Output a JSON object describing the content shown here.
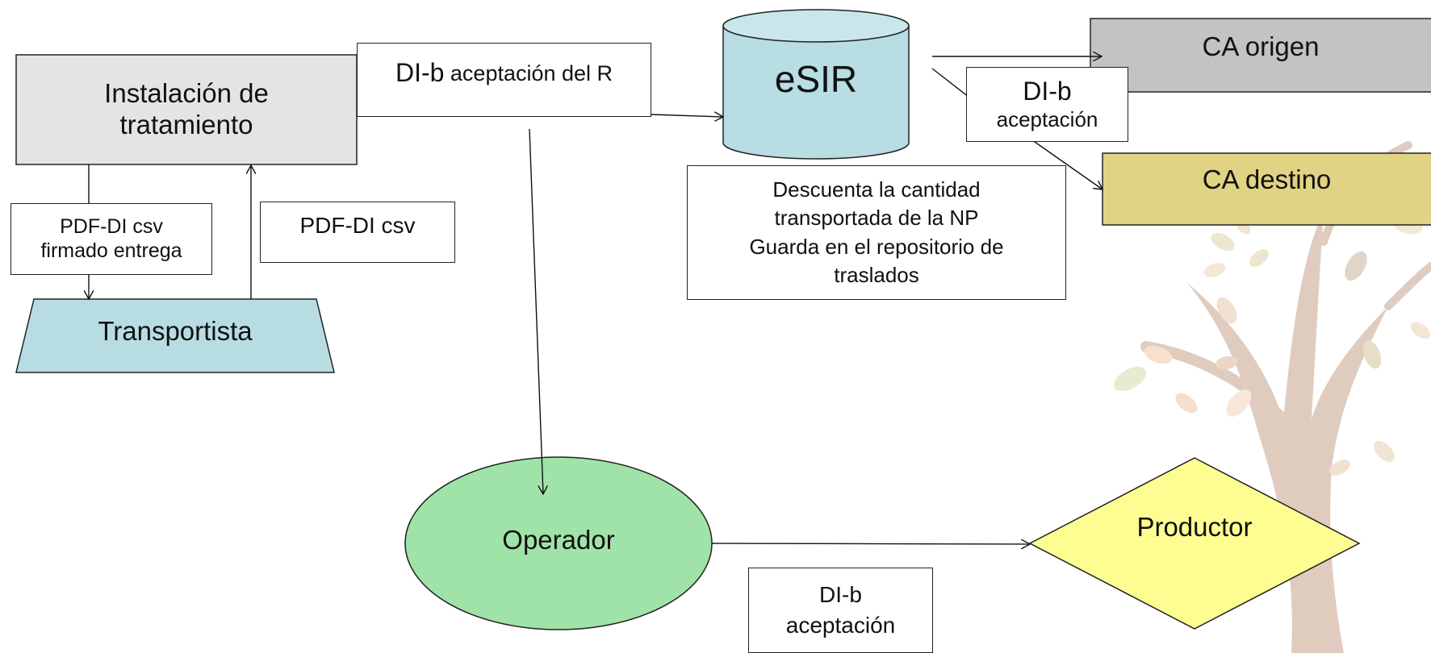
{
  "colors": {
    "instalacion_fill": "#e4e4e4",
    "transportista_fill": "#b7dde3",
    "esir_fill": "#b8dde3",
    "ca_origen_fill": "#c3c3c3",
    "ca_destino_fill": "#e0d384",
    "operador_fill": "#a0e3a8",
    "productor_fill": "#fdfd92",
    "line": "#111111"
  },
  "nodes": {
    "instalacion": {
      "line1": "Instalación de",
      "line2": "tratamiento"
    },
    "transportista": {
      "label": "Transportista"
    },
    "esir": {
      "label": "eSIR"
    },
    "ca_origen": {
      "label": "CA origen"
    },
    "ca_destino": {
      "label": "CA destino"
    },
    "operador": {
      "label": "Operador"
    },
    "productor": {
      "label": "Productor"
    }
  },
  "messages": {
    "di_b_aceptacion_r": {
      "prefix": "DI-b",
      "rest": " aceptación del R"
    },
    "pdf_firmado": {
      "line1": "PDF-DI csv",
      "line2": "firmado entrega"
    },
    "pdf_csv": {
      "label": "PDF-DI csv"
    },
    "di_b_ca": {
      "line1": "DI-b",
      "line2": "aceptación"
    },
    "descuenta": {
      "line1": "Descuenta la cantidad",
      "line2": "transportada de la NP",
      "line3": "Guarda en el repositorio de",
      "line4": "traslados"
    },
    "di_b_productor": {
      "line1": "DI-b",
      "line2": "aceptación"
    }
  }
}
